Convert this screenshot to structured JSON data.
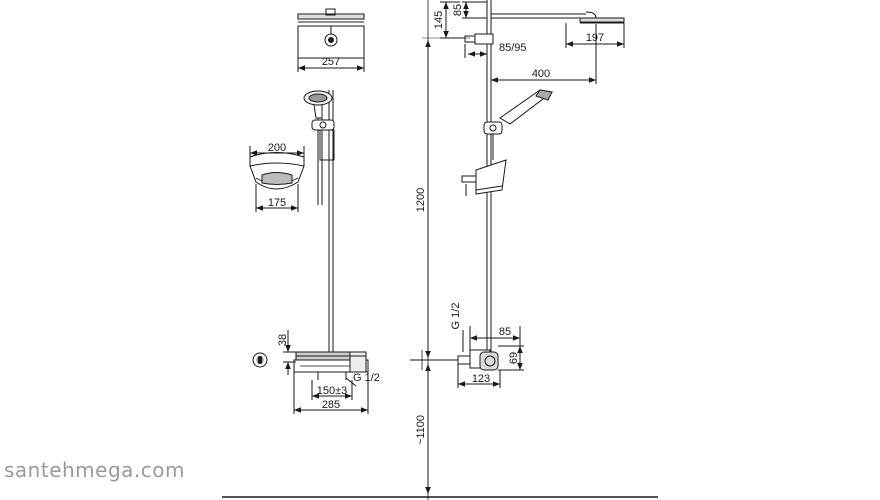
{
  "watermark": "santehmega.com",
  "dimensions": {
    "head_width": "257",
    "handshower_plate_top": "200",
    "handshower_plate_bottom": "175",
    "mixer_height": "38",
    "inlet_thread_front": "G 1/2",
    "inlet_spacing": "150±3",
    "mixer_width": "285",
    "column_height": "1200",
    "floor_height": "~1100",
    "arm_drop_top": "145",
    "arm_drop": "85",
    "clamp_offset": "85/95",
    "head_depth": "197",
    "arm_length": "400",
    "inlet_thread_side": "G 1/2",
    "wall_offset": "85",
    "mixer_depth": "123",
    "mixer_side_height": "69"
  }
}
